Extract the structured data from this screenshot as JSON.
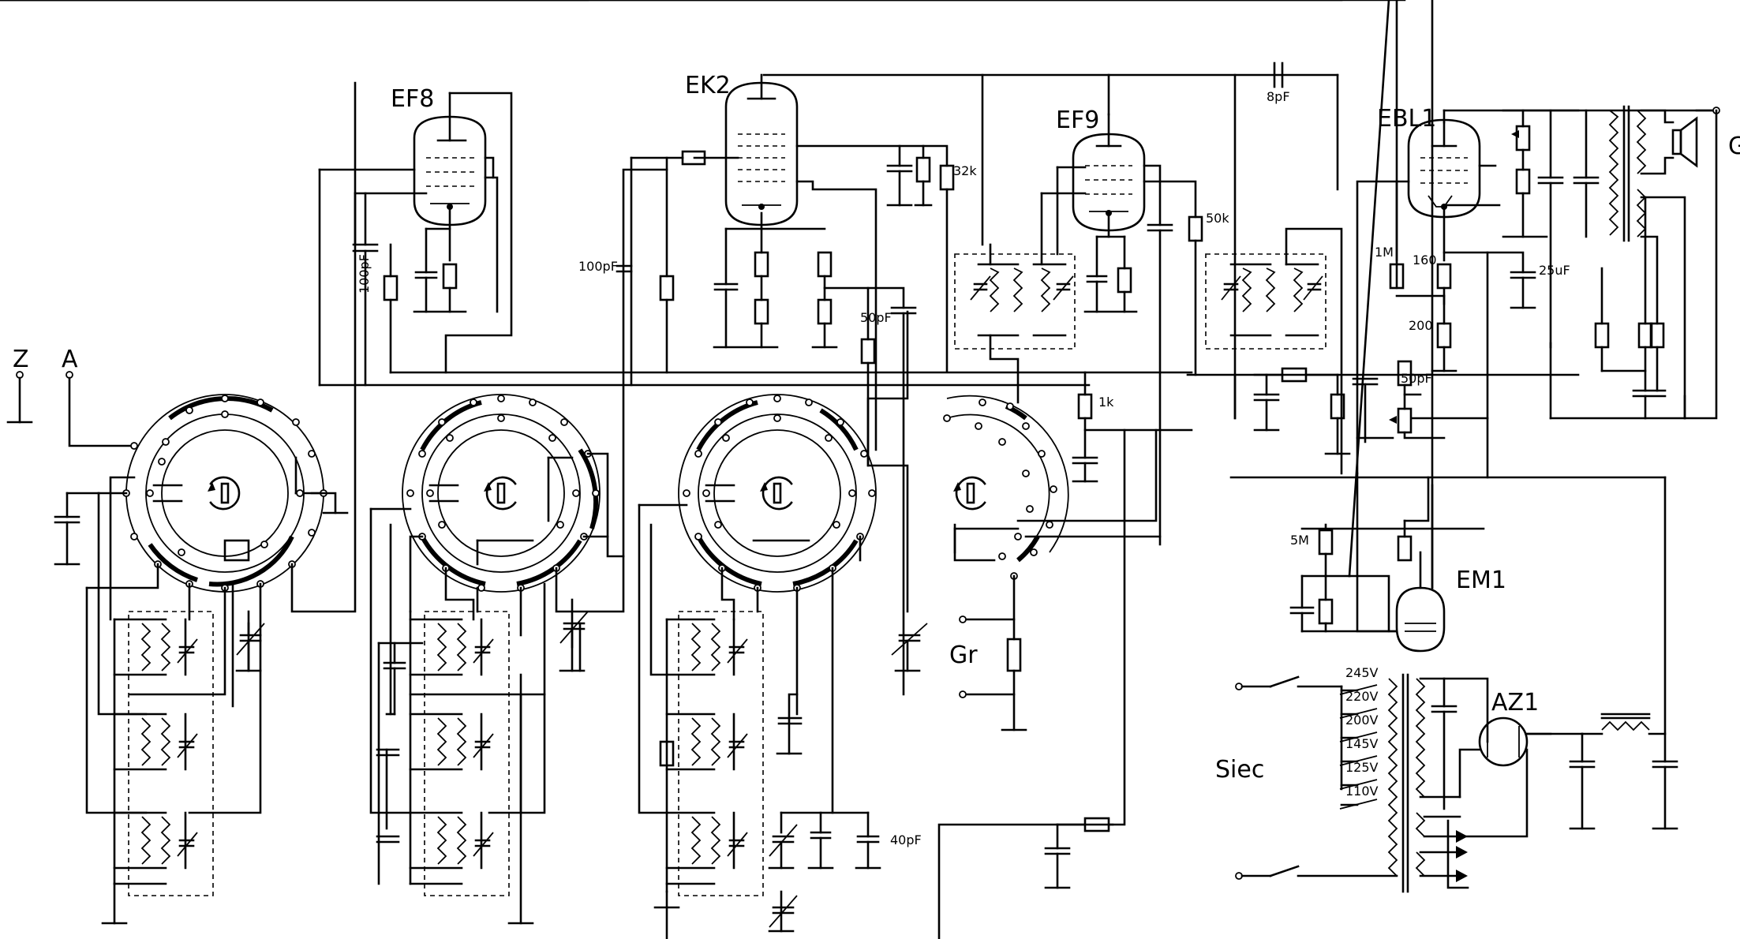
{
  "tubes": {
    "ef8": "EF8",
    "ek2": "EK2",
    "ef9": "EF9",
    "ebl1": "EBL1",
    "em1": "EM1",
    "az1": "AZ1"
  },
  "labels": {
    "z": "Z",
    "a": "A",
    "gr": "Gr",
    "siec": "Siec",
    "gl": "Gl"
  },
  "values": {
    "c_100pf_a": "100pF",
    "c_100pf_b": "100pF",
    "c_50pf_a": "50pF",
    "c_50pf_b": "50pF",
    "c_8pf": "8pF",
    "c_40pf": "40pF",
    "c_25uf": "25uF",
    "r_32k": "32k",
    "r_50k": "50k",
    "r_1k": "1k",
    "r_1m": "1M",
    "r_160": "160",
    "r_200": "200",
    "r_5m": "5M"
  },
  "mains_taps": [
    "245V",
    "220V",
    "200V",
    "145V",
    "125V",
    "110V"
  ]
}
